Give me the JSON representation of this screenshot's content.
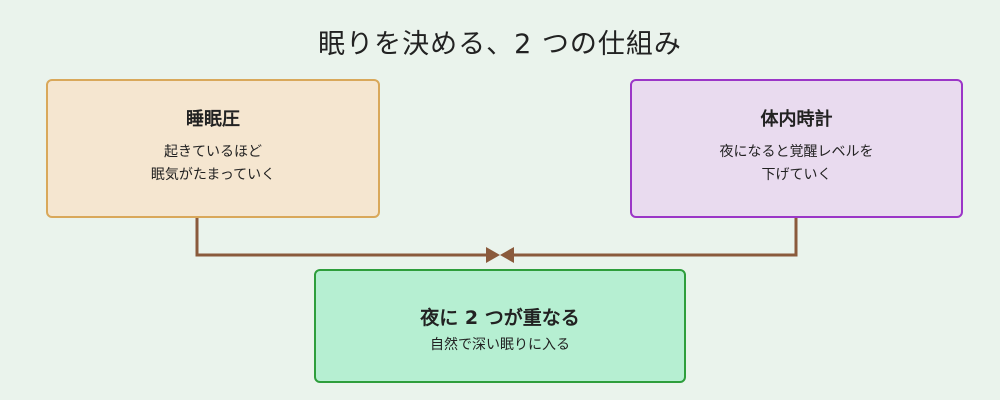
{
  "diagram": {
    "title": "眠りを決める、2 つの仕組み",
    "left_box": {
      "title": "睡眠圧",
      "lines": [
        "起きているほど",
        "眠気がたまっていく"
      ]
    },
    "right_box": {
      "title": "体内時計",
      "lines": [
        "夜になると覚醒レベルを",
        "下げていく"
      ]
    },
    "bottom_box": {
      "title": "夜に 2 つが重なる",
      "lines": [
        "自然で深い眠りに入る"
      ]
    },
    "colors": {
      "background": "#eaf3ec",
      "connector": "#8a5a3c",
      "left_fill": "#f5e6d0",
      "left_border": "#d9a85a",
      "right_fill": "#e9dbef",
      "right_border": "#9b36c7",
      "bottom_fill": "#b6efd2",
      "bottom_border": "#2e9e3c"
    }
  }
}
